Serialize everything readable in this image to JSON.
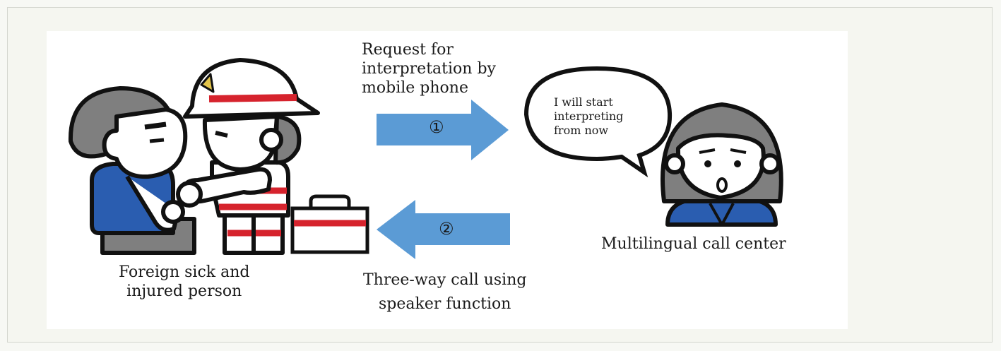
{
  "labels": {
    "request": "Request for\ninterpretation by\nmobile phone",
    "speech": "I will start\ninterpreting\nfrom now",
    "call_center": "Multilingual call center",
    "patient": "Foreign sick and\ninjured person",
    "three_way": "Three-way call using\nspeaker function"
  },
  "steps": {
    "one": "①",
    "two": "②"
  },
  "colors": {
    "arrow": "#5b9bd5",
    "uniform_stripe": "#d6232d",
    "jacket_blue": "#2a5db0",
    "hair_gray": "#808080"
  },
  "icons": {
    "patient": "patient-figure-icon",
    "paramedic": "paramedic-figure-icon",
    "first_aid_kit": "first-aid-kit-icon",
    "operator": "operator-figure-icon"
  }
}
